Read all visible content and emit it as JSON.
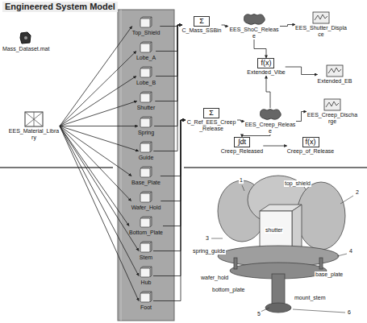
{
  "diagram": {
    "title": "Engineered System Model",
    "nodes": [
      {
        "text": [
          "Mass_Dataset.mat"
        ]
      },
      {
        "text": [
          "EES_Material_Library"
        ]
      },
      {
        "text": [
          "Top_Shield"
        ]
      },
      {
        "text": [
          "Lobe_A"
        ]
      },
      {
        "text": [
          "Lobe_B"
        ]
      },
      {
        "text": [
          "Shutter"
        ]
      },
      {
        "text": [
          "Spring"
        ]
      },
      {
        "text": [
          "Guide"
        ]
      },
      {
        "text": [
          "Base_Plate"
        ]
      },
      {
        "text": [
          "Wafer_Hold"
        ]
      },
      {
        "text": [
          "Bottom_Plate"
        ]
      },
      {
        "text": [
          "Stem"
        ]
      },
      {
        "text": [
          "Hub"
        ]
      },
      {
        "text": [
          "Foot"
        ]
      },
      {
        "text": [
          "Σ",
          "C_Mass_SSBin"
        ]
      },
      {
        "text": [
          "EES_ShoC_Release"
        ]
      },
      {
        "text": [
          "EES_Shutter_Displace"
        ]
      },
      {
        "text": [
          "f(x)",
          "Extended_Vibe"
        ]
      },
      {
        "text": [
          "Extended_EB"
        ]
      },
      {
        "text": [
          "Σ",
          "C_Ref_EES_Creep_Release"
        ]
      },
      {
        "text": [
          "EES_Creep_Release"
        ]
      },
      {
        "text": [
          "EES_Creep_Discharge"
        ]
      },
      {
        "text": [
          "∫dt",
          "Creep_Released"
        ]
      },
      {
        "text": [
          "f(x)",
          "Creep_of_Release"
        ]
      }
    ],
    "edges": [
      {
        "from": 1,
        "to": 2,
        "arrow": "to"
      },
      {
        "from": 1,
        "to": 3,
        "arrow": "to"
      },
      {
        "from": 1,
        "to": 4,
        "arrow": "to"
      },
      {
        "from": 1,
        "to": 5,
        "arrow": "to"
      },
      {
        "from": 1,
        "to": 6,
        "arrow": "to"
      },
      {
        "from": 1,
        "to": 7,
        "arrow": "to"
      },
      {
        "from": 1,
        "to": 8,
        "arrow": "to"
      },
      {
        "from": 1,
        "to": 9,
        "arrow": "to"
      },
      {
        "from": 1,
        "to": 10,
        "arrow": "to"
      },
      {
        "from": 1,
        "to": 11,
        "arrow": "to"
      },
      {
        "from": 1,
        "to": 12,
        "arrow": "to"
      },
      {
        "from": 1,
        "to": 13,
        "arrow": "to"
      },
      {
        "from": 2,
        "to": 14,
        "arrow": "to"
      },
      {
        "from": 3,
        "to": 14,
        "arrow": "to"
      },
      {
        "from": 4,
        "to": 14,
        "arrow": "to"
      },
      {
        "from": 5,
        "to": 14,
        "arrow": "to"
      },
      {
        "from": 6,
        "to": 14,
        "arrow": "to"
      },
      {
        "from": 7,
        "to": 14,
        "arrow": "to"
      },
      {
        "from": 8,
        "to": 19,
        "arrow": "to"
      },
      {
        "from": 9,
        "to": 19,
        "arrow": "to"
      },
      {
        "from": 10,
        "to": 19,
        "arrow": "to"
      },
      {
        "from": 11,
        "to": 19,
        "arrow": "to"
      },
      {
        "from": 12,
        "to": 19,
        "arrow": "to"
      },
      {
        "from": 13,
        "to": 19,
        "arrow": "to"
      },
      {
        "from": 14,
        "to": 15,
        "arrow": "to"
      },
      {
        "from": 15,
        "to": 16,
        "arrow": "to"
      },
      {
        "from": 15,
        "to": 17,
        "arrow": "to"
      },
      {
        "from": 17,
        "to": 18,
        "arrow": "to"
      },
      {
        "from": 19,
        "to": 20,
        "arrow": "to"
      },
      {
        "from": 20,
        "to": 21,
        "arrow": "to"
      },
      {
        "from": 20,
        "to": 17,
        "arrow": "to"
      },
      {
        "from": 20,
        "to": 22,
        "arrow": "to"
      },
      {
        "from": 22,
        "to": 23,
        "arrow": "to"
      }
    ],
    "labels": [
      "1",
      "top_shield",
      "2",
      "3",
      "shutter",
      "spring_guide",
      "4",
      "base_plate",
      "wafer_hold",
      "bottom_plate",
      "mount_stem",
      "5",
      "6"
    ]
  }
}
